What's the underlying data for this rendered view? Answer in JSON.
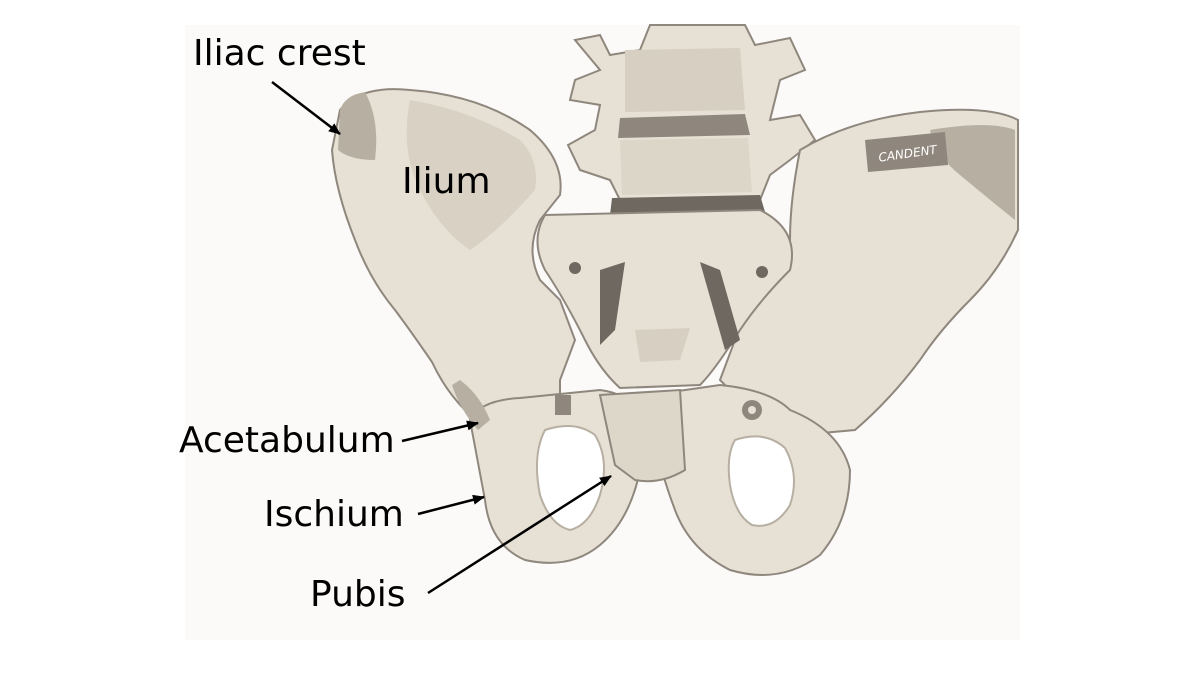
{
  "labels": {
    "iliac_crest": "Iliac crest",
    "ilium": "Ilium",
    "acetabulum": "Acetabulum",
    "ischium": "Ischium",
    "pubis": "Pubis"
  },
  "brand_mark": "CANDENT",
  "colors": {
    "bone": "#e6e1d4",
    "bone_shadow": "#b8afa3",
    "bone_dark": "#8f877d",
    "arrow": "#000000",
    "text": "#000000",
    "background": "#ffffff"
  }
}
